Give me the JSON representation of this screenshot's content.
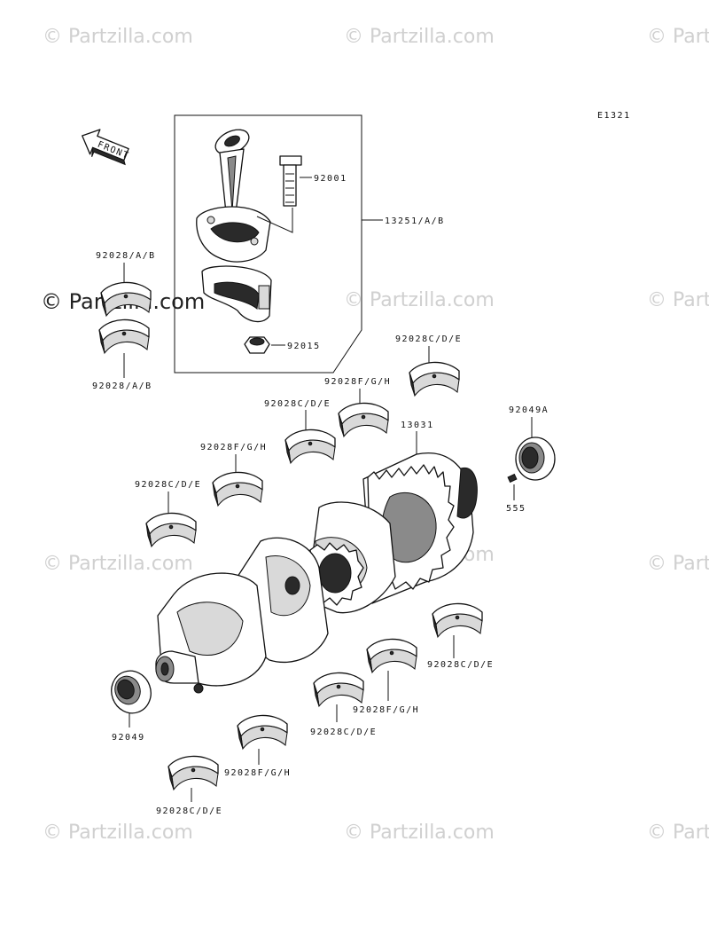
{
  "diagram_code": "E1321",
  "front_label": "FRONT",
  "watermark": "© Partzilla.com",
  "callouts": {
    "p92001": "92001",
    "p13251": "13251/A/B",
    "p92028ab_top": "92028/A/B",
    "p92028ab_bottom": "92028/A/B",
    "p92015": "92015",
    "p92028cde_1": "92028C/D/E",
    "p92028fgh_1": "92028F/G/H",
    "p92028cde_2": "92028C/D/E",
    "p13031": "13031",
    "p92049a": "92049A",
    "p92028fgh_2": "92028F/G/H",
    "p92028cde_3": "92028C/D/E",
    "p555": "555",
    "p92028cde_4": "92028C/D/E",
    "p92028fgh_3": "92028F/G/H",
    "p92049": "92049",
    "p92028cde_5": "92028C/D/E",
    "p92028fgh_4": "92028F/G/H",
    "p92028cde_6": "92028C/D/E"
  }
}
